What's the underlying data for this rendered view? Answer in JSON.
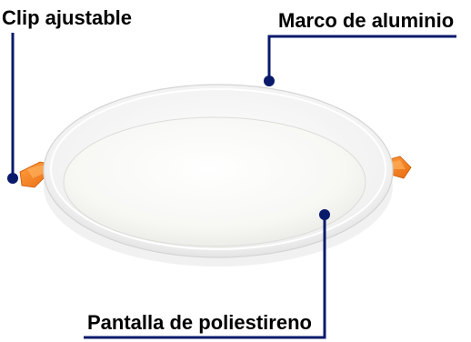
{
  "labels": {
    "clip": "Clip ajustable",
    "frame": "Marco de aluminio",
    "diffuser": "Pantalla de poliestireno"
  },
  "colors": {
    "leader_line": "#0a1a6b",
    "leader_dot": "#0a1a6b",
    "clip": "#f58220",
    "frame": "#f4f4f4",
    "diffuser": "#fbfbfa",
    "text": "#000000"
  }
}
